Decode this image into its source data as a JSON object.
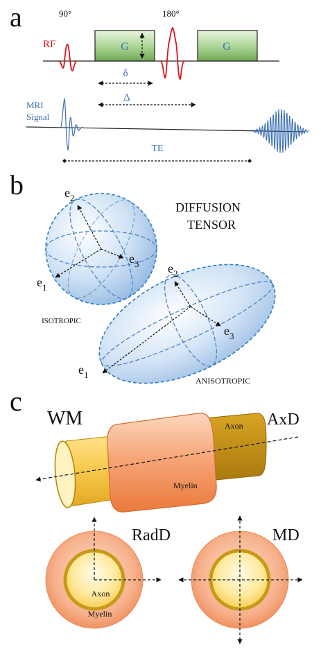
{
  "panel_a": {
    "letter": "a",
    "pulse_90": "90°",
    "pulse_180": "180°",
    "rf_label": "RF",
    "gradient_label_1": "G",
    "gradient_label_2": "G",
    "delta_small": "δ",
    "delta_big": "Δ",
    "signal_label_line1": "MRI",
    "signal_label_line2": "Signal",
    "te_label": "TE"
  },
  "panel_b": {
    "letter": "b",
    "title_line1": "DIFFUSION",
    "title_line2": "TENSOR",
    "isotropic_label": "ISOTROPIC",
    "anisotropic_label": "ANISOTROPIC",
    "axis_base": "e",
    "iso_axes": [
      "1",
      "2",
      "3"
    ],
    "aniso_axes": [
      "1",
      "2",
      "3"
    ]
  },
  "panel_c": {
    "letter": "c",
    "wm_label": "WM",
    "axd_label": "AxD",
    "axon_label": "Axon",
    "myelin_label": "Myelin",
    "radd_label": "RadD",
    "md_label": "MD",
    "cross_axon_label": "Axon",
    "cross_myelin_label": "Myelin"
  },
  "colors": {
    "rf_red": "#e0141c",
    "label_blue": "#3a6fb5",
    "gradient_green": "#8fc27a",
    "myelin_orange": "#f08a55",
    "axon_gold": "#c89a18"
  }
}
